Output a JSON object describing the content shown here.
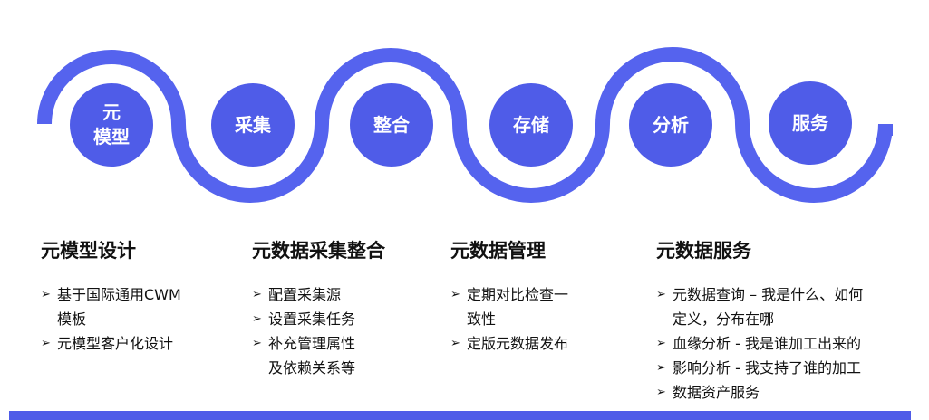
{
  "colors": {
    "accent": "#4f5ce8",
    "wave": "#5563ee",
    "text": "#111111"
  },
  "stages": [
    {
      "label": "元\n模型"
    },
    {
      "label": "采集"
    },
    {
      "label": "整合"
    },
    {
      "label": "存储"
    },
    {
      "label": "分析"
    },
    {
      "label": "服务"
    }
  ],
  "columns": [
    {
      "title": "元模型设计",
      "items": [
        "基于国际通用CWM\n模板",
        "元模型客户化设计"
      ]
    },
    {
      "title": "元数据采集整合",
      "items": [
        "配置采集源",
        "设置采集任务",
        "补充管理属性\n及依赖关系等"
      ]
    },
    {
      "title": "元数据管理",
      "items": [
        "定期对比检查一\n致性",
        "定版元数据发布"
      ]
    },
    {
      "title": "元数据服务",
      "items": [
        "元数据查询 – 我是什么、如何\n定义，分布在哪",
        "血缘分析 - 我是谁加工出来的",
        "影响分析 - 我支持了谁的加工",
        "数据资产服务"
      ]
    }
  ]
}
